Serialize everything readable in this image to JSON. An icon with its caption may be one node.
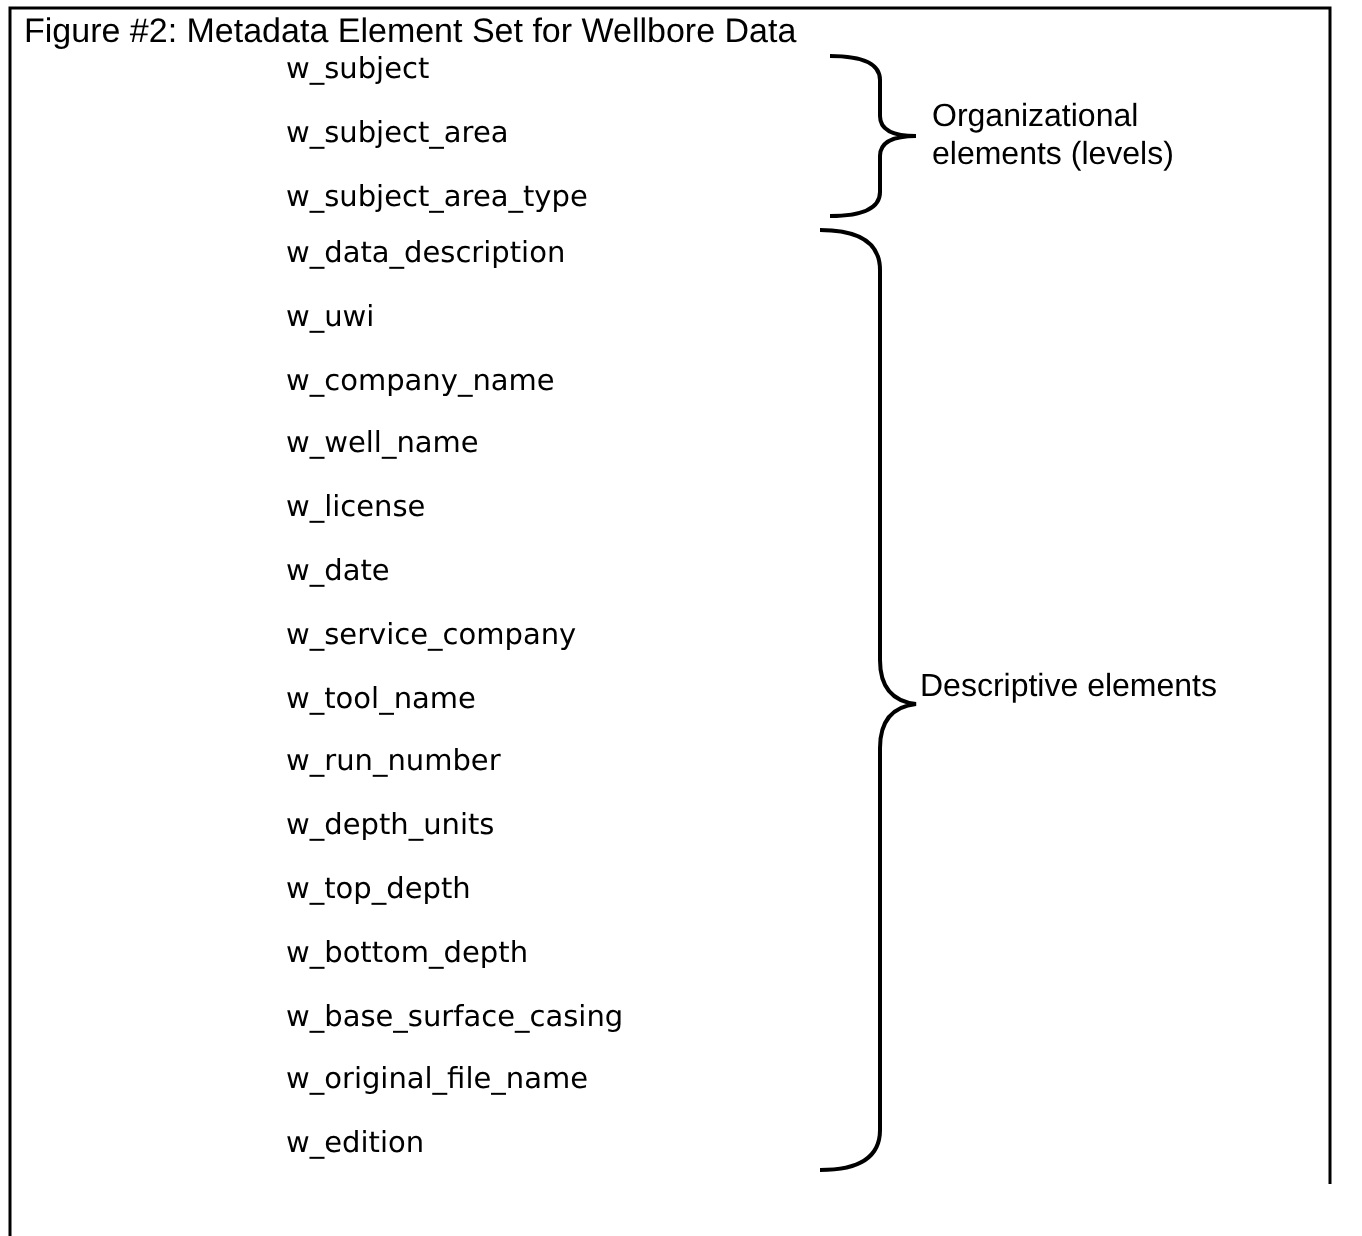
{
  "diagram": {
    "title": "Figure #2: Metadata Element Set for Wellbore Data",
    "labels": [
      "w_subject",
      "w_subject_area",
      "w_subject_area_type",
      "Organizational elements (levels)",
      "w_data_description",
      "w_uwi",
      "w_company_name",
      "w_well_name",
      "w_license",
      "w_date",
      "w_service_company",
      "w_tool_name",
      "w_run_number",
      "w_depth_units",
      "w_top_depth",
      "w_bottom_depth",
      "w_base_surface_casing",
      "w_original_file_name",
      "w_edition",
      "Descriptive elements"
    ]
  }
}
